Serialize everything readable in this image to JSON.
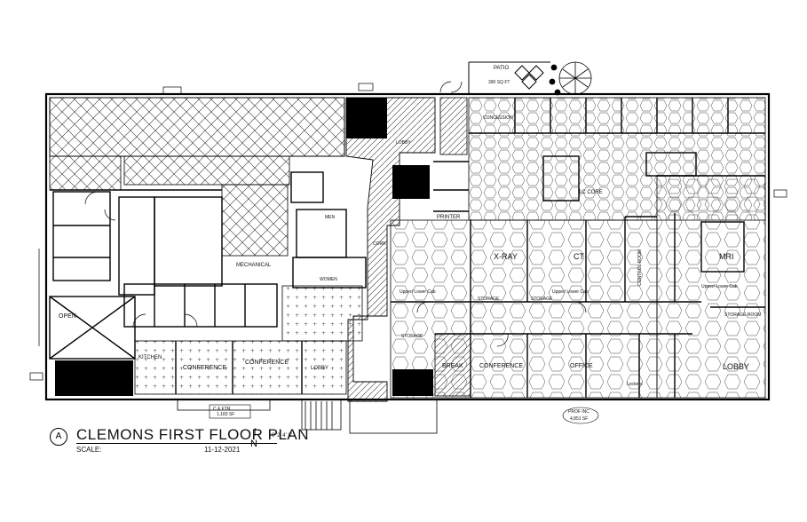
{
  "title": "CLEMONS FIRST FLOOR PLAN",
  "callout": "A",
  "scale_label": "SCALE:",
  "date": "11-12-2021",
  "north_label": "N",
  "scale_bar": "0' 2' 4'    8'",
  "rooms": {
    "patio": "PATIO",
    "patio_area": "390 SQ FT",
    "open": "OPEN",
    "kitchen": "KITCHEN",
    "conference_1": "CONFERENCE",
    "conference_2": "CONFERENCE",
    "lobby_left": "LOBBY",
    "mechanical": "MECHANICAL",
    "mens": "MEN",
    "womens": "WOMEN",
    "lobby_center": "LOBBY",
    "xray": "X-RAY",
    "ct": "CT",
    "mri": "MRI",
    "control_room": "CONTROL ROOM",
    "storage_room": "STORAGE ROOM",
    "lobby_right": "LOBBY",
    "break": "BREAK",
    "conference_3": "CONFERENCE",
    "office": "OFFICE",
    "printer": "PRINTER",
    "storage_1": "STORAGE",
    "storage_2": "STORAGE",
    "storage_3": "STORAGE",
    "concession": "CONCESSION",
    "lc_core": "LC CORE",
    "corr": "CORR",
    "upper_lower_cab_1": "Upper/ Lower Cab",
    "upper_lower_cab_2": "Upper/ Lower Cab",
    "upper_lower_cab_3": "Upper/ Lower Cab",
    "lockers": "Lockers"
  },
  "tags": {
    "ct_ftr": "C & FTR",
    "ct_ftr_area": "1,183 SF",
    "prof_inc": "PROF INC",
    "prof_inc_area": "4,851 SF"
  }
}
